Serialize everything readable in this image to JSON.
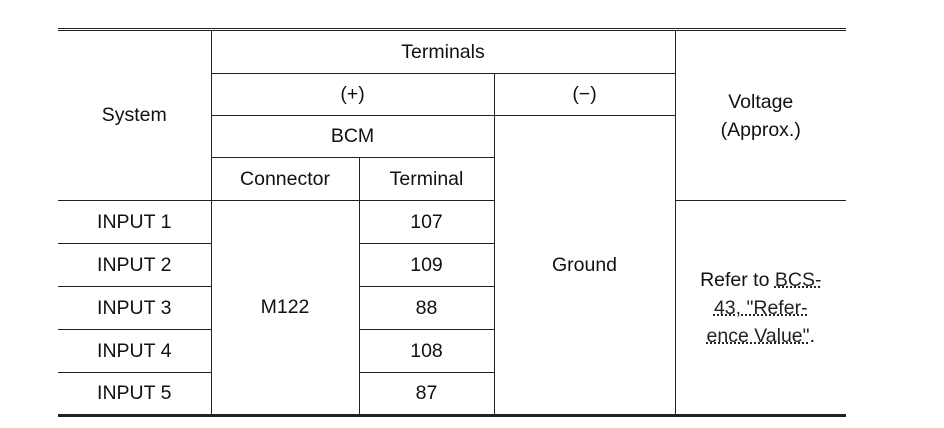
{
  "table": {
    "header": {
      "system": "System",
      "terminals": "Terminals",
      "plus": "(+)",
      "minus": "(−)",
      "bcm": "BCM",
      "connector": "Connector",
      "terminal": "Terminal",
      "voltage_line1": "Voltage",
      "voltage_line2": "(Approx.)"
    },
    "connector_value": "M122",
    "ground_value": "Ground",
    "voltage_value": {
      "prefix": "Refer to ",
      "link_line1": "BCS-",
      "link_line2": "43, \"Refer-",
      "link_line3": "ence Value\"",
      "suffix": "."
    },
    "rows": [
      {
        "system": "INPUT 1",
        "terminal": "107"
      },
      {
        "system": "INPUT 2",
        "terminal": "109"
      },
      {
        "system": "INPUT 3",
        "terminal": "88"
      },
      {
        "system": "INPUT 4",
        "terminal": "108"
      },
      {
        "system": "INPUT 5",
        "terminal": "87"
      }
    ]
  }
}
